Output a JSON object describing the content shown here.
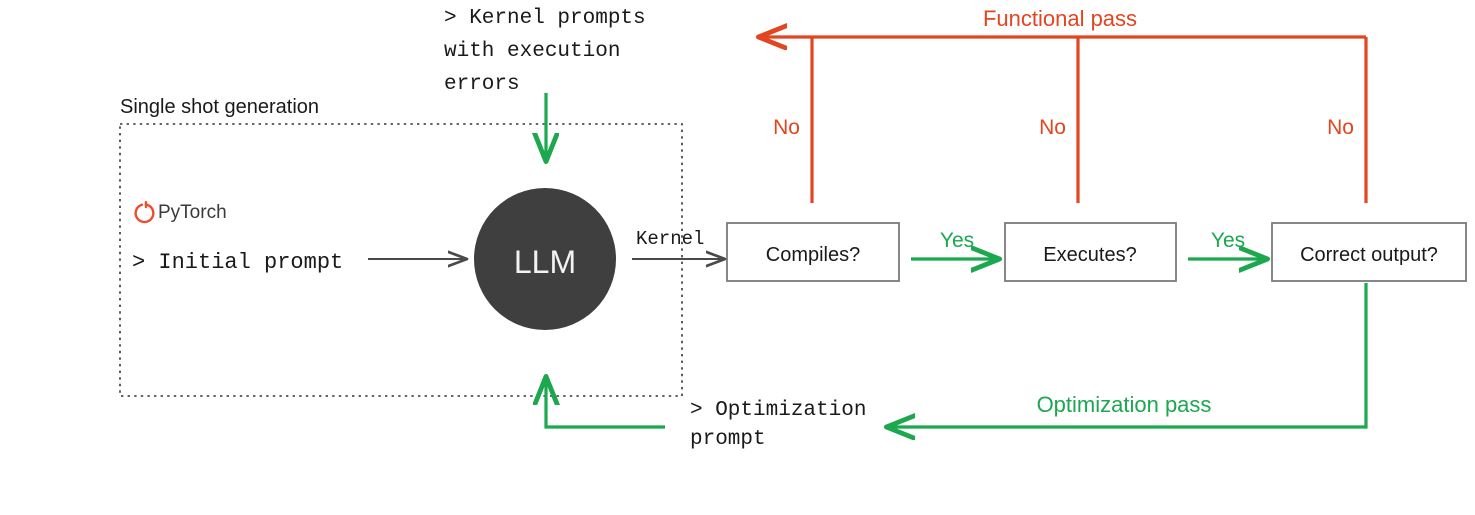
{
  "diagram": {
    "title_label": "Single shot generation",
    "colors": {
      "red": "#E2451F",
      "green": "#1BA84F",
      "gray_arrow": "#4a4a4a",
      "box_stroke": "#7a7a7a",
      "llm_fill": "#3f3f3f",
      "text_dark": "#1a1a1a",
      "pytorch_red": "#EE4C2C",
      "dotted": "#333333"
    },
    "single_shot_box": {
      "label": "Single shot generation",
      "pytorch_logo_label": "PyTorch",
      "initial_prompt": "> Initial prompt",
      "llm_label": "LLM"
    },
    "top_feedback": {
      "prompt_text_lines": [
        "> Kernel prompts",
        "with execution",
        "errors"
      ],
      "pass_label": "Functional pass"
    },
    "bottom_feedback": {
      "prompt_text_lines": [
        "> Optimization",
        "prompt"
      ],
      "pass_label": "Optimization pass"
    },
    "kernel_edge_label": "Kernel",
    "decision_boxes": [
      {
        "label": "Compiles?"
      },
      {
        "label": "Executes?"
      },
      {
        "label": "Correct output?"
      }
    ],
    "yes_labels": [
      "Yes",
      "Yes"
    ],
    "no_labels": [
      "No",
      "No",
      "No"
    ]
  }
}
